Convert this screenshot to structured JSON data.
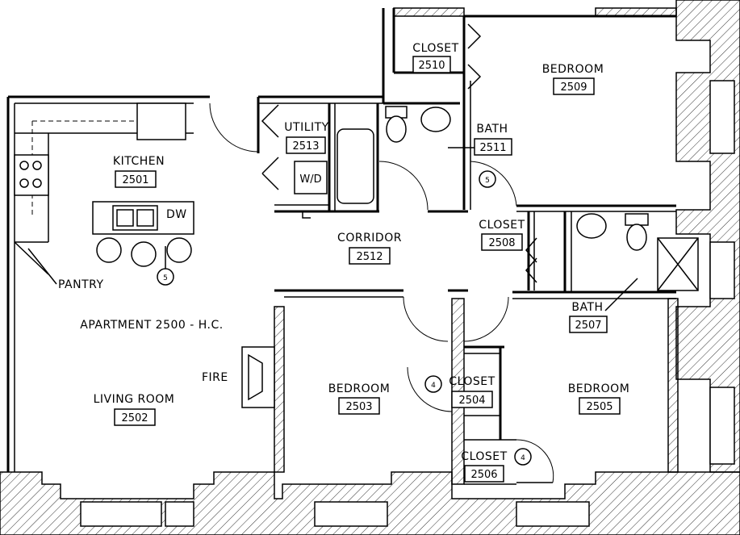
{
  "plan": {
    "title": "APARTMENT 2500 - H.C.",
    "rooms": [
      {
        "name": "CLOSET",
        "number": "2510"
      },
      {
        "name": "BEDROOM",
        "number": "2509"
      },
      {
        "name": "UTILITY",
        "number": "2513"
      },
      {
        "name": "BATH",
        "number": "2511"
      },
      {
        "name": "KITCHEN",
        "number": "2501"
      },
      {
        "name": "CORRIDOR",
        "number": "2512"
      },
      {
        "name": "CLOSET",
        "number": "2508"
      },
      {
        "name": "BATH",
        "number": "2507"
      },
      {
        "name": "LIVING ROOM",
        "number": "2502"
      },
      {
        "name": "BEDROOM",
        "number": "2503"
      },
      {
        "name": "CLOSET",
        "number": "2504"
      },
      {
        "name": "BEDROOM",
        "number": "2505"
      },
      {
        "name": "CLOSET",
        "number": "2506"
      }
    ],
    "labels": {
      "pantry": "PANTRY",
      "fire": "FIRE",
      "dw": "DW",
      "wd": "W/D"
    },
    "markers": [
      "5",
      "5",
      "4",
      "4"
    ]
  }
}
